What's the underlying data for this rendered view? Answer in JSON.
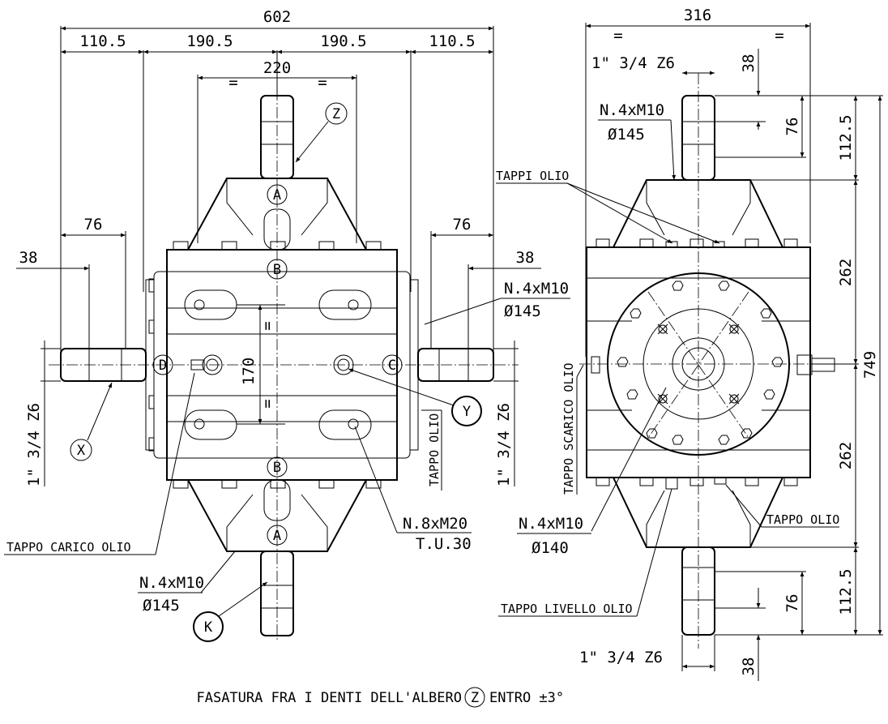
{
  "front_view": {
    "dim_overall": "602",
    "dim_side_left": "110.5",
    "dim_side_right": "110.5",
    "dim_inner_left": "190.5",
    "dim_inner_right": "190.5",
    "dim_flange": "220",
    "dim_flange_eq": "=",
    "dim_shaft_len_left": "76",
    "dim_shaft_len_right": "76",
    "dim_shaft_key_left": "38",
    "dim_shaft_key_right": "38",
    "dim_bolts_center": "170",
    "shaft_spec_left": "1\" 3/4  Z6",
    "shaft_spec_right": "1\" 3/4  Z6",
    "bolts_right": "N.4xM10",
    "bolts_right_dia": "Ø145",
    "bolts_bottom": "N.4xM10",
    "bolts_bottom_dia": "Ø145",
    "bolts_body": "N.8xM20",
    "bolts_body_depth": "T.U.30",
    "tappo_carico": "TAPPO CARICO OLIO",
    "tappo_olio": "TAPPO OLIO",
    "letters": {
      "a": "A",
      "b": "B",
      "c": "C",
      "d": "D"
    },
    "circle_labels": {
      "z": "Z",
      "x": "X",
      "y": "Y",
      "k": "K"
    }
  },
  "side_view": {
    "dim_width": "316",
    "dim_eq": "=",
    "shaft_spec_top": "1\" 3/4  Z6",
    "shaft_spec_bottom": "1\" 3/4  Z6",
    "dim_38_top": "38",
    "dim_76_top": "76",
    "dim_1125_top": "112.5",
    "dim_262_top": "262",
    "dim_262_bottom": "262",
    "dim_1125_bottom": "112.5",
    "dim_76_bottom": "76",
    "dim_38_bottom": "38",
    "dim_total": "749",
    "bolts_top": "N.4xM10",
    "bolts_top_dia": "Ø145",
    "bolts_flange": "N.4xM10",
    "bolts_flange_dia": "Ø140",
    "tappi_olio": "TAPPI OLIO",
    "tappo_scarico": "TAPPO SCARICO OLIO",
    "tappo_olio": "TAPPO OLIO",
    "tappo_livello": "TAPPO LIVELLO OLIO"
  },
  "footer": {
    "note_before": "FASATURA FRA I DENTI DELL'ALBERO",
    "note_symbol": "Z",
    "note_after": "ENTRO ±3°"
  }
}
